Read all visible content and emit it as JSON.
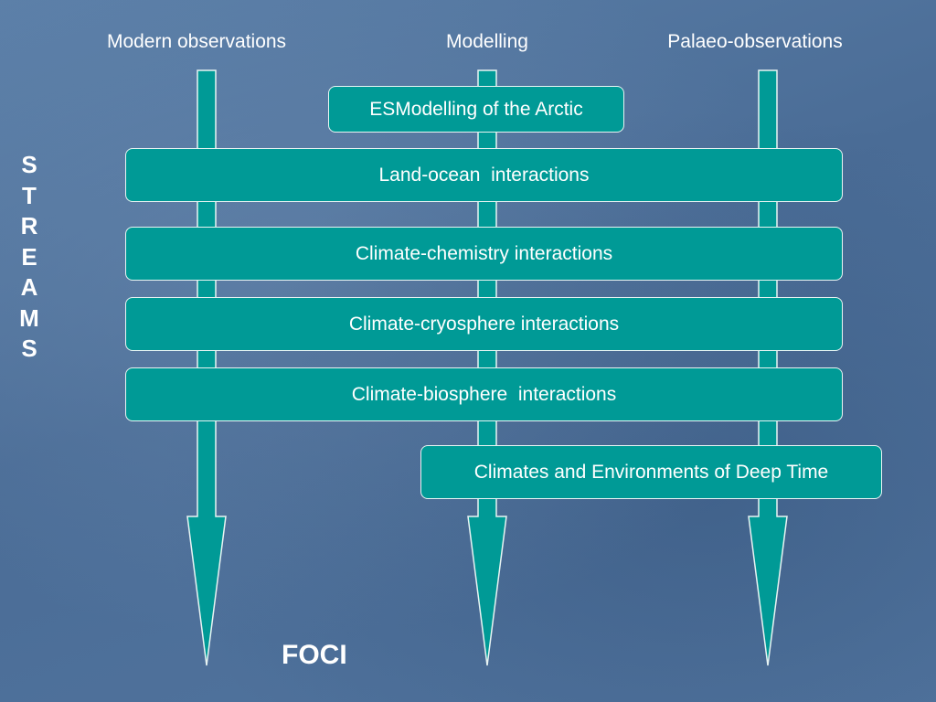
{
  "columns": [
    {
      "label": "Modern observations"
    },
    {
      "label": "Modelling"
    },
    {
      "label": "Palaeo-observations"
    }
  ],
  "boxes": [
    {
      "label": "ESModelling of the Arctic"
    },
    {
      "label": "Land-ocean  interactions"
    },
    {
      "label": "Climate-chemistry interactions"
    },
    {
      "label": "Climate-cryosphere interactions"
    },
    {
      "label": "Climate-biosphere  interactions"
    },
    {
      "label": "Climates and Environments of Deep Time"
    }
  ],
  "side_label": {
    "letters": [
      "S",
      "T",
      "R",
      "E",
      "A",
      "M",
      "S"
    ]
  },
  "bottom_label": "FOCI",
  "colors": {
    "background": "#4f7199",
    "teal": "#009a96",
    "outline": "#e8f4f3",
    "text": "#ffffff"
  }
}
